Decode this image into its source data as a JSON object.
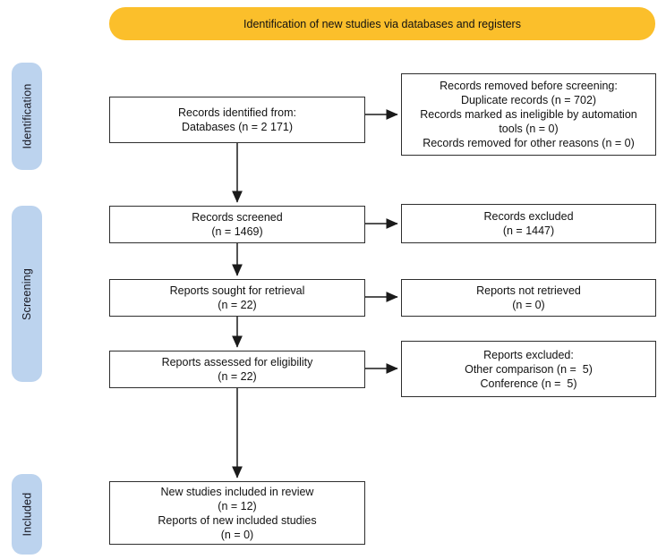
{
  "banner": {
    "label": "Identification of new studies via databases and registers"
  },
  "stages": [
    {
      "label": "Identification"
    },
    {
      "label": "Screening"
    },
    {
      "label": "Included"
    }
  ],
  "boxes": {
    "records_identified": {
      "lines": [
        "Records identified from:",
        "Databases (n = 2 171)"
      ]
    },
    "records_removed": {
      "lines": [
        "Records removed before screening:",
        "Duplicate records (n = 702)",
        "Records marked as ineligible by automation tools (n = 0)",
        "Records removed for other reasons (n = 0)"
      ]
    },
    "records_screened": {
      "lines": [
        "Records screened",
        "(n = 1469)"
      ]
    },
    "records_excluded": {
      "lines": [
        "Records excluded",
        "(n = 1447)"
      ]
    },
    "reports_sought": {
      "lines": [
        "Reports sought for retrieval",
        "(n = 22)"
      ]
    },
    "reports_not_retrieved": {
      "lines": [
        "Reports not retrieved",
        "(n = 0)"
      ]
    },
    "reports_assessed": {
      "lines": [
        "Reports assessed for eligibility",
        "(n = 22)"
      ]
    },
    "reports_excluded": {
      "lines": [
        "Reports excluded:",
        "Other comparison (n =  5)",
        "Conference (n =  5)"
      ]
    },
    "included_studies": {
      "lines": [
        "New studies included in review",
        "(n = 12)",
        "Reports of new included studies",
        "(n = 0)"
      ]
    }
  },
  "colors": {
    "banner_bg": "#FBBF2B",
    "stage_bg": "#BCD3EE",
    "box_border": "#2E2E2E",
    "arrow": "#1A1A1A"
  }
}
